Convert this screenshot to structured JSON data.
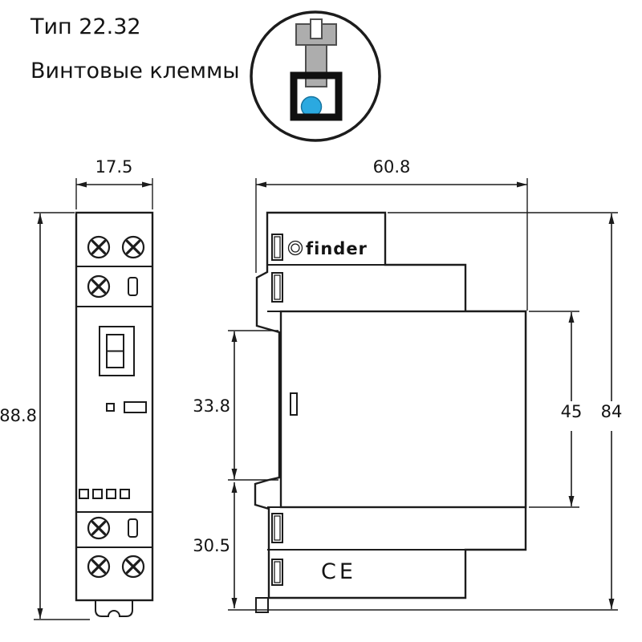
{
  "header": {
    "type_label": "Тип 22.32",
    "terminals_label": "Винтовые клеммы"
  },
  "front_view": {
    "width_mm": "17.5",
    "height_mm": "88.8"
  },
  "side_view": {
    "depth_mm": "60.8",
    "upper_section_mm": "33.8",
    "lower_section_mm": "30.5",
    "body_height_mm": "45",
    "total_height_mm": "84",
    "brand_label": "finder",
    "ce_label": "CE"
  },
  "colors": {
    "line": "#1c1c1c",
    "wire_blue": "#2ba9e0",
    "screw_gray": "#adadad"
  }
}
